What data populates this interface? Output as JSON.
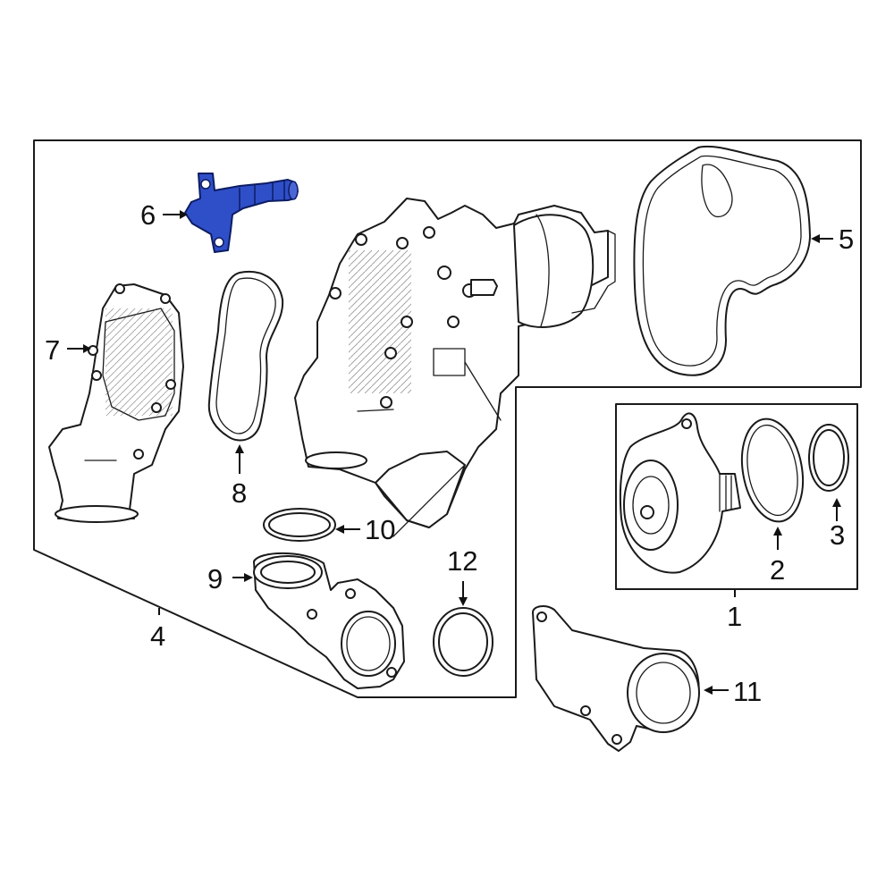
{
  "diagram": {
    "highlight_color": "#2f4fc8",
    "highlighted_part": "6",
    "callouts": {
      "c1": "1",
      "c2": "2",
      "c3": "3",
      "c4": "4",
      "c5": "5",
      "c6": "6",
      "c7": "7",
      "c8": "8",
      "c9": "9",
      "c10": "10",
      "c11": "11",
      "c12": "12"
    }
  }
}
